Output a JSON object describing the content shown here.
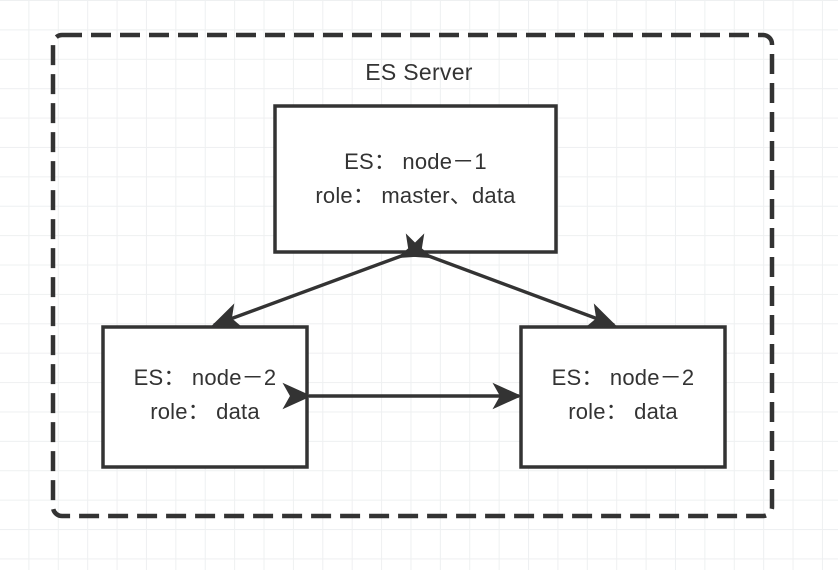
{
  "diagram": {
    "title": "ES Server",
    "container": {
      "name": "es-server-boundary",
      "border_style": "dashed",
      "border_color": "#333333"
    },
    "nodes": [
      {
        "id": "node-1",
        "line1": "ES： node－1",
        "line2": "role： master、data",
        "es": "node-1",
        "role": "master、data",
        "position": "top-center"
      },
      {
        "id": "node-2-left",
        "line1": "ES： node－2",
        "line2": "role： data",
        "es": "node-2",
        "role": "data",
        "position": "bottom-left"
      },
      {
        "id": "node-2-right",
        "line1": "ES： node－2",
        "line2": "role： data",
        "es": "node-2",
        "role": "data",
        "position": "bottom-right"
      }
    ],
    "connections": [
      {
        "name": "node1-to-node2-left",
        "from": "node-1",
        "to": "node-2-left",
        "arrow": "double"
      },
      {
        "name": "node1-to-node2-right",
        "from": "node-1",
        "to": "node-2-right",
        "arrow": "double"
      },
      {
        "name": "node2-left-to-node2-right",
        "from": "node-2-left",
        "to": "node-2-right",
        "arrow": "double"
      }
    ],
    "colors": {
      "stroke": "#333333",
      "text": "#333333",
      "grid": "#eef0f1",
      "background": "#ffffff"
    }
  }
}
